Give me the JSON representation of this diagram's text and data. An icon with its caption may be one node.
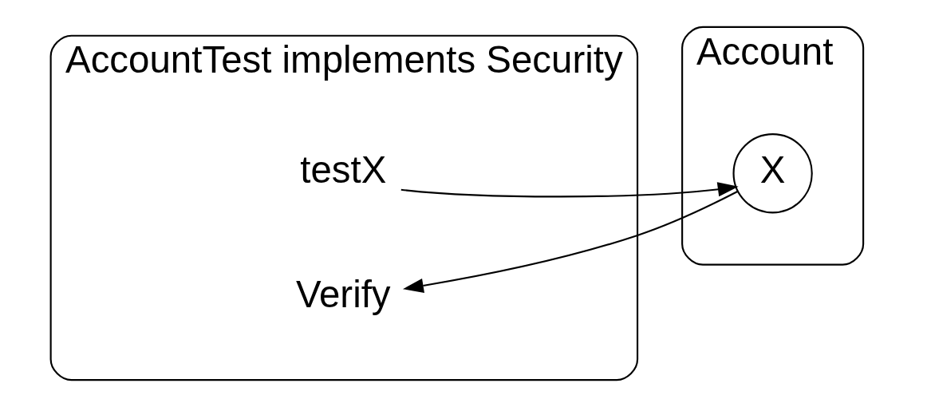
{
  "diagram": {
    "nodes": [
      {
        "text": [
          "AccountTest implements Security"
        ]
      },
      {
        "text": [
          "testX"
        ],
        "in": 0
      },
      {
        "text": [
          "Verify"
        ],
        "in": 0
      },
      {
        "text": [
          "Account"
        ]
      },
      {
        "text": [
          "X"
        ],
        "in": 3
      }
    ],
    "edges": [
      {
        "from": 1,
        "to": 4,
        "arrow": "to"
      },
      {
        "from": 4,
        "to": 2,
        "arrow": "to"
      }
    ]
  }
}
